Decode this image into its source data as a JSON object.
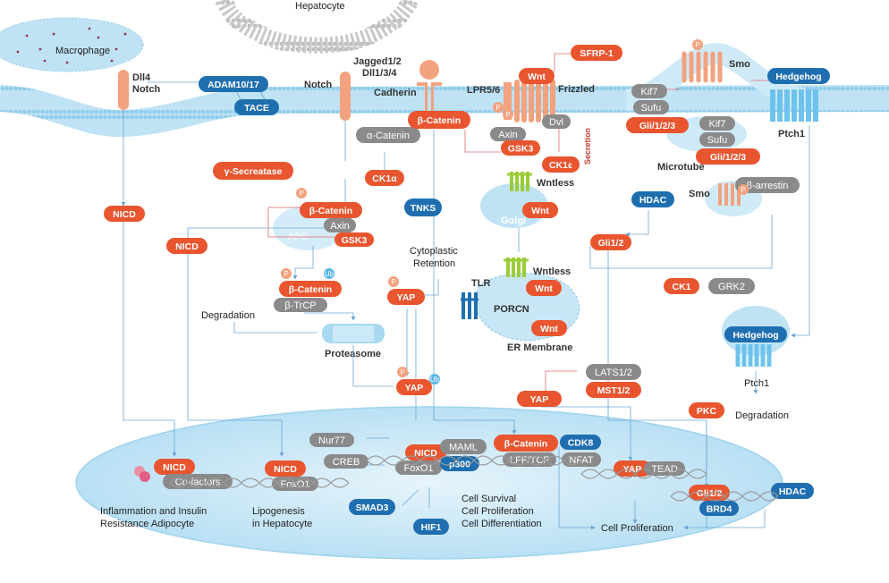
{
  "colors": {
    "orange": "#e8552f",
    "blue": "#1f6fb0",
    "gray": "#8a8a8a",
    "membrane": "#9fd3ef",
    "nucleus": "#cde9f8",
    "pale_orange": "#f2a27e",
    "light_blue": "#5ab6e6"
  },
  "cells": {
    "hepatocyte": "Hepatocyte",
    "macrophage": "Macrophage"
  },
  "membrane_labels": {
    "dll4": "Dll4",
    "notch_left": "Notch",
    "notch_right": "Notch",
    "jagged": "Jagged1/2",
    "dll134": "Dll1/3/4",
    "cadherin": "Cadherin",
    "lpr": "LPR5/6",
    "frizzled": "Frizzled",
    "smo_top": "Smo",
    "ptch1_top": "Ptch1"
  },
  "proteins": {
    "adam": "ADAM10/17",
    "tace": "TACE",
    "acatenin": "α-Catenin",
    "bcatenin_mem": "β-Catenin",
    "gsecretase": "γ-Secreatase",
    "nicd1": "NICD",
    "nicd2": "NICD",
    "ck1a": "CK1α",
    "bcat_apc": "β-Catenin",
    "axin_apc": "Axin",
    "gsk3_apc": "GSK3",
    "apc": "APC",
    "tnks": "TNKS",
    "bcat_ub": "β-Catenin",
    "btrcp": "β-TrCP",
    "degradation1": "Degradation",
    "proteasome": "Proteasome",
    "yap_p": "YAP",
    "retention": "Cytoplastic\nRetention",
    "yap_ub": "YAP",
    "ub": "Ub",
    "p": "P",
    "sfrp": "SFRP-1",
    "wnt_top": "Wnt",
    "dvl": "Dvl",
    "axin2": "Axin",
    "gsk3_2": "GSK3",
    "ck1e": "CK1ε",
    "secretion": "Secretion",
    "wntless1": "Wntless",
    "wnt_golgi": "Wnt",
    "golgi": "Golgi",
    "tlr": "TLR",
    "wntless2": "Wntless",
    "wnt_er": "Wnt",
    "porcn": "PORCN",
    "wnt_er2": "Wnt",
    "er": "ER Membrane",
    "lats": "LATS1/2",
    "mst": "MST1/2",
    "yap_mid": "YAP",
    "kif7": "Kif7",
    "sufu": "Sufu",
    "gli_top": "Gli/1/2/3",
    "kif7b": "Kif7",
    "sufub": "Sufu",
    "gli_b": "Gli/1/2/3",
    "microtube": "Microtube",
    "hedgehog_top": "Hedgehog",
    "smo2": "Smo",
    "barrestin": "β-arrestin",
    "hdac_cyt": "HDAC",
    "gli12_cyt": "Gli1/2",
    "ck1": "CK1",
    "grk2": "GRK2",
    "hedgehog2": "Hedgehog",
    "ptch1_2": "Ptch1",
    "pkc": "PKC",
    "degradation2": "Degradation"
  },
  "nucleus": {
    "nicd_a": "NICD",
    "cofactors": "Co-factors",
    "nicd_b": "NICD",
    "foxo1_a": "FoxO1",
    "nur77": "Nur77",
    "creb": "CREB",
    "nicd_c": "NICD",
    "maml": "MAML",
    "foxo1_b": "FoxO1",
    "p300": "p300",
    "smad3": "SMAD3",
    "hif1": "HIF1",
    "bcat_n": "β-Catenin",
    "cdk8": "CDK8",
    "lfftcf": "LFF/TCF",
    "nfat": "NFAT",
    "yap_n": "YAP",
    "tead": "TEAD",
    "gli12_n": "Gli1/2",
    "hdac_n": "HDAC",
    "brd4": "BRD4"
  },
  "outcomes": {
    "inflam1": "Inflammation and Insulin",
    "inflam2": "Resistance Adipocyte",
    "lipo1": "Lipogenesis",
    "lipo2": "in Hepatocyte",
    "cs1": "Cell Survival",
    "cs2": "Cell Proliferation",
    "cs3": "Cell Differentiation",
    "prolif": "Cell Proliferation"
  }
}
